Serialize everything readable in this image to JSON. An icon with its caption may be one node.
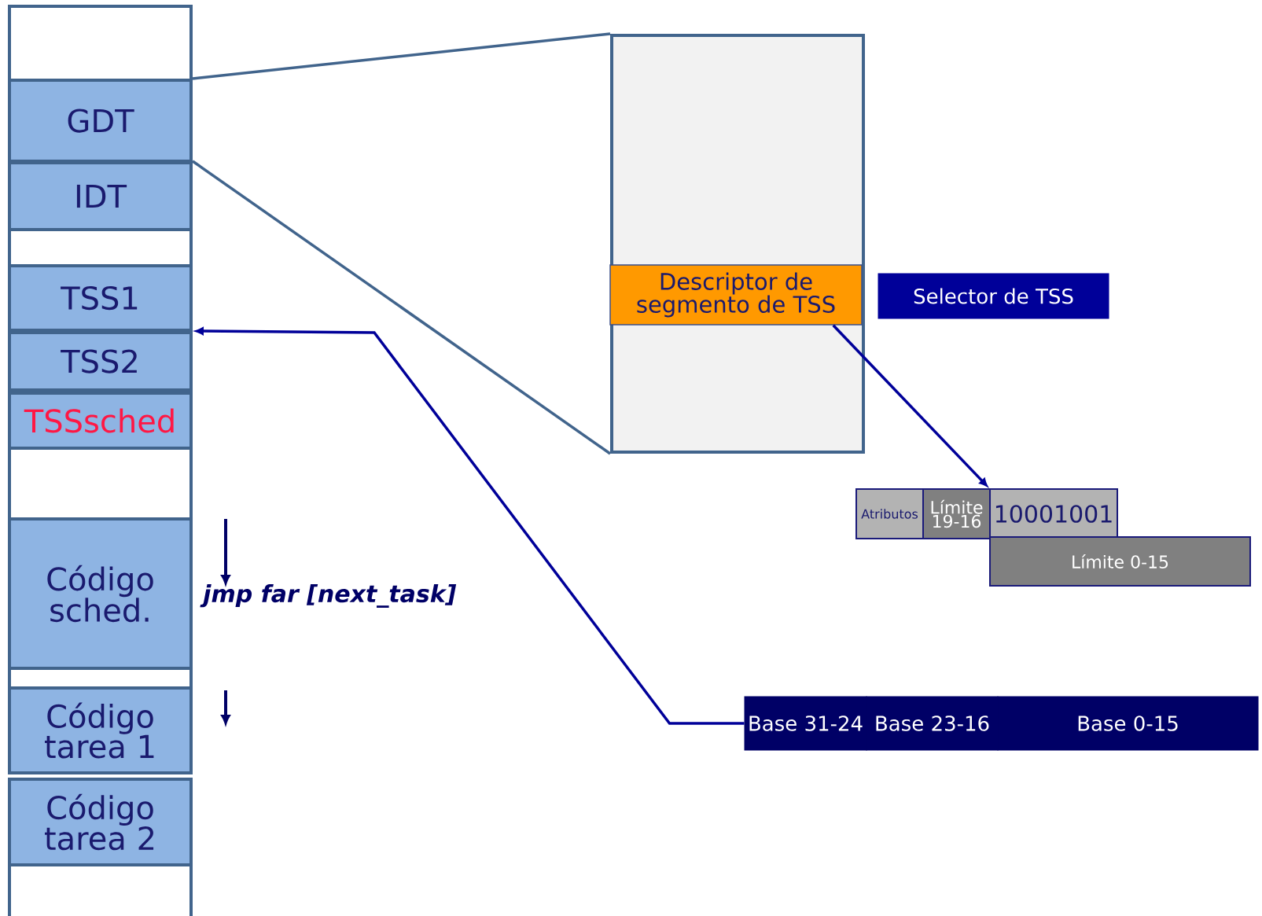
{
  "diagram": {
    "nodes": [
      {
        "text": [],
        "shape": "box"
      },
      {
        "text": [
          "GDT"
        ]
      },
      {
        "text": [
          "IDT"
        ]
      },
      {
        "text": [],
        "shape": "box"
      },
      {
        "text": [
          "TSS1"
        ]
      },
      {
        "text": [
          "TSS2"
        ]
      },
      {
        "text": [
          "TSSsched"
        ]
      },
      {
        "text": [],
        "shape": "box"
      },
      {
        "text": [
          "Código sched."
        ]
      },
      {
        "text": [],
        "shape": "box"
      },
      {
        "text": [
          "Código tarea 1"
        ]
      },
      {
        "text": [
          "Código tarea 2"
        ]
      },
      {
        "text": [],
        "shape": "box"
      },
      {
        "text": [],
        "shape": "box"
      },
      {
        "text": [
          "Descriptor de segmento de TSS"
        ],
        "in": 13
      },
      {
        "text": [
          "Selector de TSS"
        ]
      },
      {
        "text": [
          "Atributos"
        ]
      },
      {
        "text": [
          "Límite 19-16"
        ]
      },
      {
        "text": [
          "10001001"
        ]
      },
      {
        "text": [
          "Límite 0-15"
        ]
      },
      {
        "text": [
          "Base 31-24"
        ]
      },
      {
        "text": [
          "Base 23-16"
        ]
      },
      {
        "text": [
          "Base 0-15"
        ]
      }
    ],
    "edges": [
      {
        "from": 1,
        "to": 13,
        "arrow": "none",
        "color": "#41648c"
      },
      {
        "from": 2,
        "to": 13,
        "arrow": "none",
        "color": "#41648c"
      },
      {
        "from": 14,
        "to": 18,
        "arrow": "to",
        "color": "#000099"
      },
      {
        "from": 20,
        "to": 5,
        "arrow": "to",
        "color": "#000099"
      }
    ],
    "labels": [
      "jmp far [next_task]"
    ]
  }
}
